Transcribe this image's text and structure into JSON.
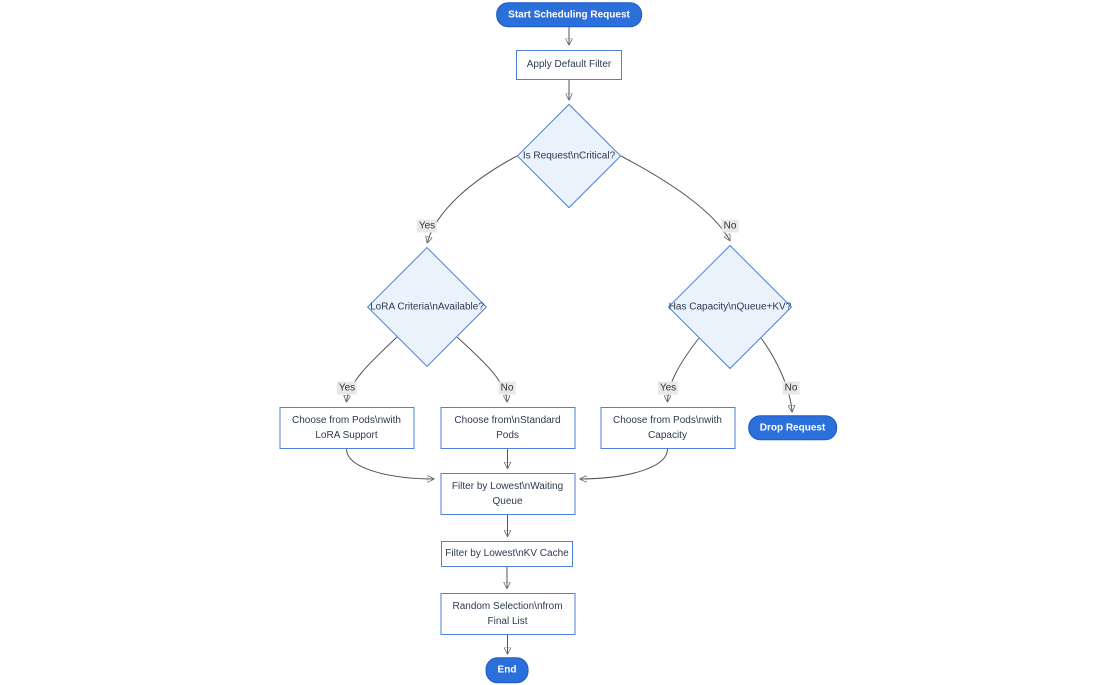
{
  "diagram": {
    "type": "flowchart",
    "nodes": {
      "start": "Start Scheduling Request",
      "apply_default_filter": "Apply Default Filter",
      "is_request_critical": "Is Request\\nCritical?",
      "lora_criteria_available": "LoRA Criteria\\nAvailable?",
      "has_capacity_queue_kv": "Has Capacity\\nQueue+KV?",
      "choose_pods_lora": "Choose from Pods\\nwith LoRA Support",
      "choose_standard_pods": "Choose from\\nStandard Pods",
      "choose_pods_capacity": "Choose from Pods\\nwith Capacity",
      "drop_request": "Drop Request",
      "filter_lowest_waiting_queue": "Filter by Lowest\\nWaiting Queue",
      "filter_lowest_kv_cache": "Filter by Lowest\\nKV Cache",
      "random_selection": "Random Selection\\nfrom Final List",
      "end": "End"
    },
    "edge_labels": {
      "critical_yes": "Yes",
      "critical_no": "No",
      "lora_yes": "Yes",
      "lora_no": "No",
      "capacity_yes": "Yes",
      "capacity_no": "No"
    },
    "colors": {
      "pill_fill": "#2b6fdb",
      "pill_border": "#1f5ac4",
      "node_border": "#4d82d8",
      "decision_fill": "#eaf2fc",
      "edge": "#555555",
      "arrow": "#333333",
      "node_text": "#2e3950",
      "edge_label_bg": "#e8e8e8",
      "edge_label_text": "#333333",
      "canvas_bg": "#ffffff"
    }
  }
}
